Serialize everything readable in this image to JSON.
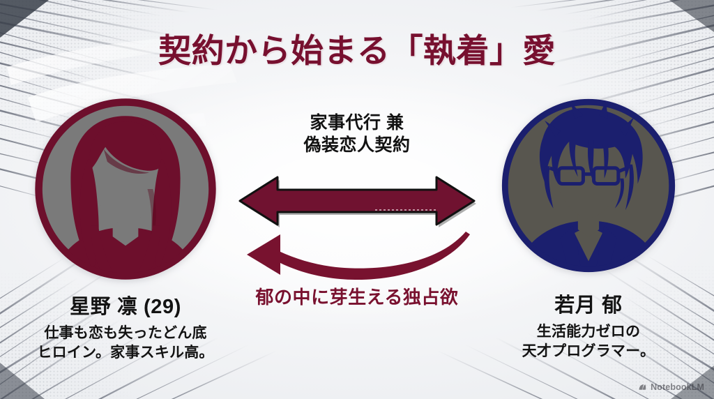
{
  "slide": {
    "title": "契約から始まる「執着」愛",
    "title_color": "#77102f",
    "background_color": "#f2f3f5"
  },
  "characters": {
    "left": {
      "name": "星野 凛 (29)",
      "description_line1": "仕事も恋も失ったどん底",
      "description_line2": "ヒロイン。家事スキル高。",
      "avatar_icon": "woman-silhouette-avatar-icon",
      "accent_color": "#6d0f2c",
      "avatar_bg_color": "#7a7a7a"
    },
    "right": {
      "name": "若月 郁",
      "description_line1": "生活能力ゼロの",
      "description_line2": "天才プログラマー。",
      "avatar_icon": "man-with-glasses-silhouette-avatar-icon",
      "accent_color": "#1b1f6e",
      "avatar_bg_color": "#58564f"
    }
  },
  "relation": {
    "contract_label_line1": "家事代行 兼",
    "contract_label_line2": "偽装恋人契約",
    "contract_label_color": "#121212",
    "double_arrow_icon": "double-headed-arrow-icon",
    "double_arrow_color": "#701230",
    "curved_arrow_icon": "curved-arrow-left-icon",
    "curved_arrow_color": "#78122f",
    "possession_label": "郁の中に芽生える独占欲",
    "possession_label_color": "#79112f"
  },
  "watermark": {
    "label": "NotebookLM",
    "icon": "notebooklm-logo-icon"
  }
}
